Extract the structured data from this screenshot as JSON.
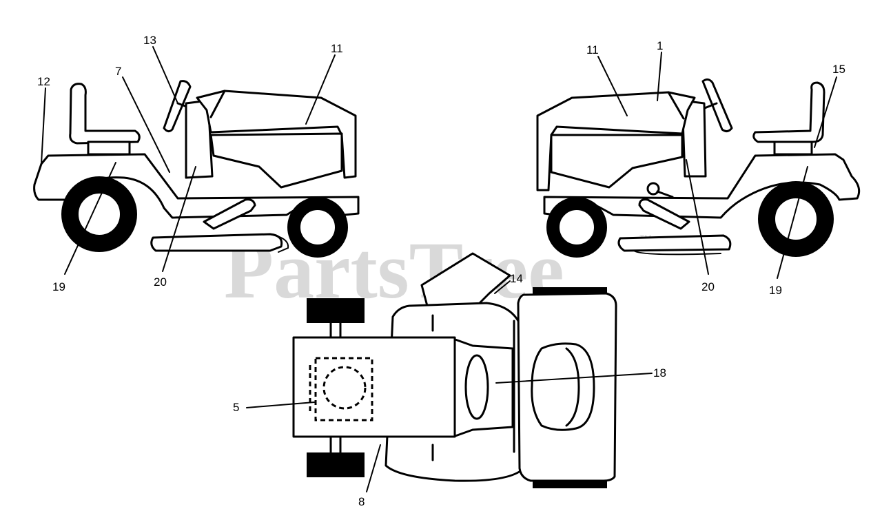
{
  "watermark": {
    "text": "PartsTree",
    "trademark": "TM"
  },
  "callouts": [
    {
      "id": "c12-left",
      "label": "12"
    },
    {
      "id": "c7-left",
      "label": "7"
    },
    {
      "id": "c13-left",
      "label": "13"
    },
    {
      "id": "c11-left",
      "label": "11"
    },
    {
      "id": "c19-left",
      "label": "19"
    },
    {
      "id": "c20-left",
      "label": "20"
    },
    {
      "id": "c11-right",
      "label": "11"
    },
    {
      "id": "c1-right",
      "label": "1"
    },
    {
      "id": "c15-right",
      "label": "15"
    },
    {
      "id": "c20-right",
      "label": "20"
    },
    {
      "id": "c19-right",
      "label": "19"
    },
    {
      "id": "c14-top",
      "label": "14"
    },
    {
      "id": "c18-top",
      "label": "18"
    },
    {
      "id": "c5-top",
      "label": "5"
    },
    {
      "id": "c8-top",
      "label": "8"
    }
  ]
}
